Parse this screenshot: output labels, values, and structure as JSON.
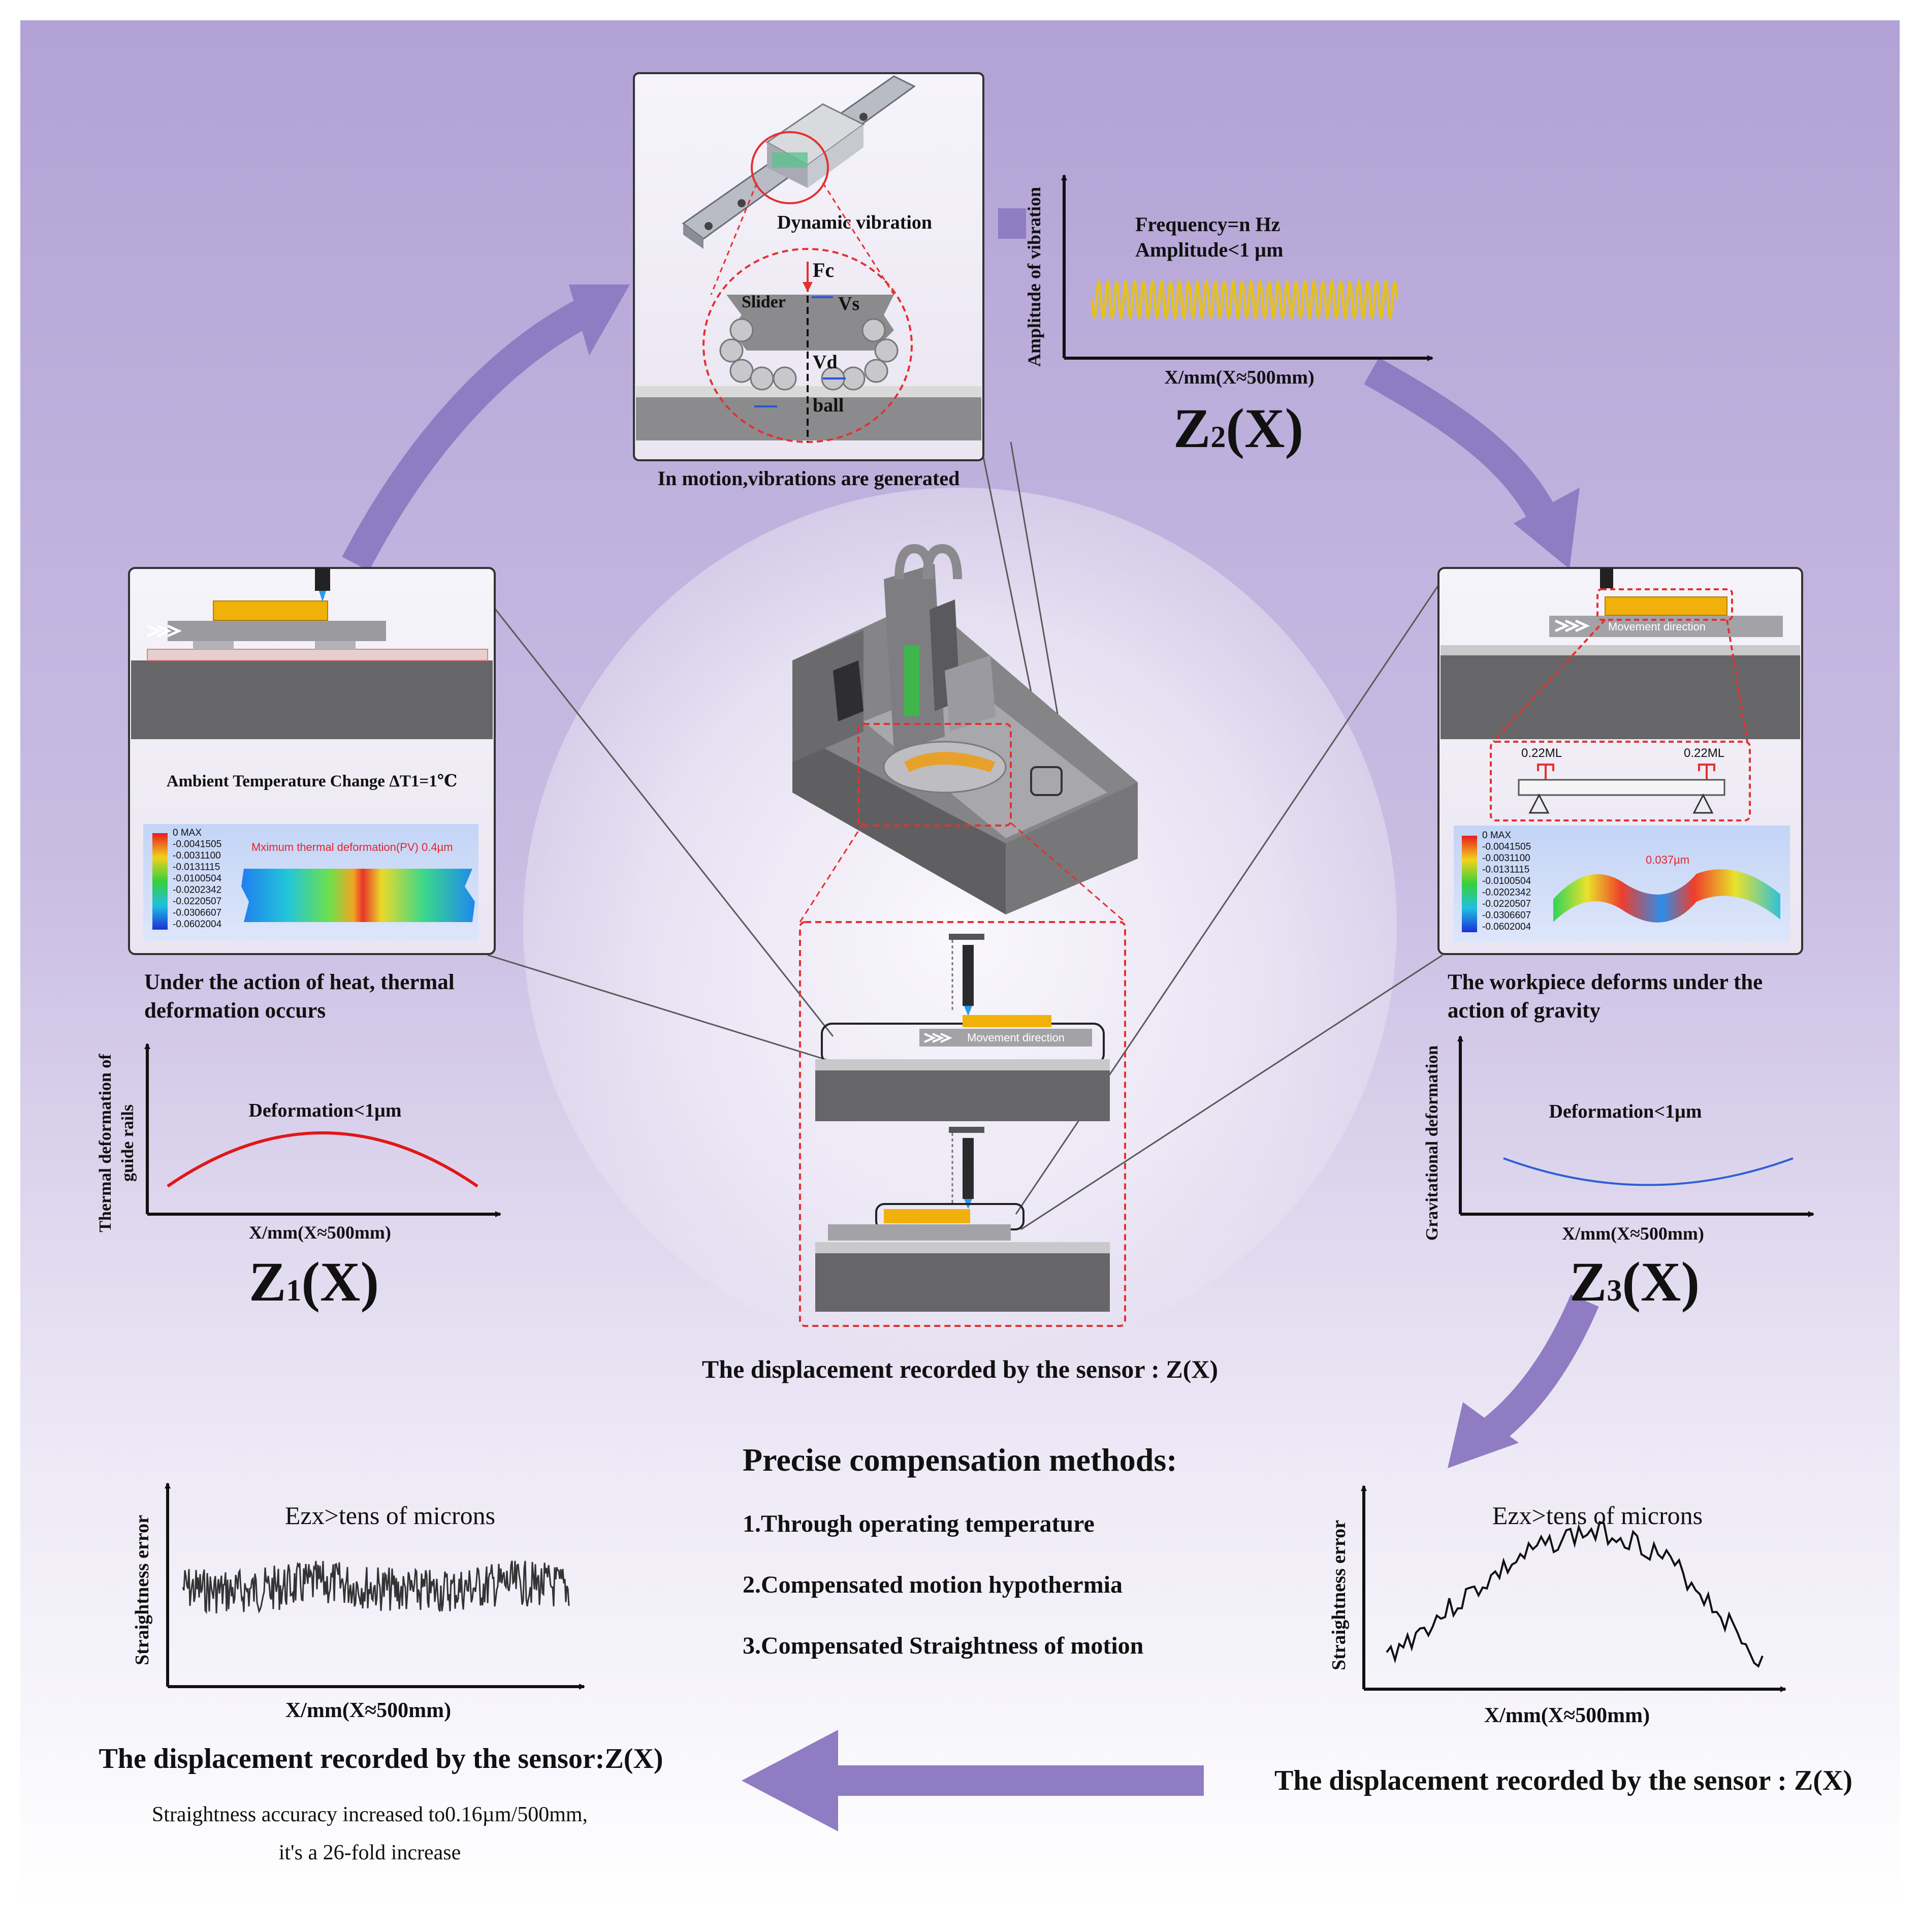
{
  "colors": {
    "background_top": "#b3a3d6",
    "background_bottom": "#ffffff",
    "arrow": "#8f7cc2",
    "vibration_wave": "#e3c21a",
    "thermal_curve": "#e01818",
    "gravity_curve": "#2d5fd6",
    "highlight_dashed": "#e53030",
    "workpiece": "#f2b10a",
    "machine_gray": "#6e6e70"
  },
  "icons": [
    "machine-tool-illustration",
    "linear-guide-rail-illustration",
    "displacement-sensor-probe",
    "cycle-arrow"
  ],
  "top_panel": {
    "dynamic_label": "Dynamic vibration",
    "fc_label": "Fc",
    "slider_label": "Slider",
    "vs_label": "Vs",
    "vd_label": "Vd",
    "ball_label": "ball",
    "caption": "In motion,vibrations are generated"
  },
  "z2_chart": {
    "ylabel": "Amplitude of vibration",
    "annotation_1": "Frequency=n Hz",
    "annotation_2": "Amplitude<1 µm",
    "xlabel": "X/mm(X≈500mm)",
    "title_main": "Z",
    "title_sub": "2",
    "title_tail": "(X)"
  },
  "left_panel": {
    "temp_label": "Ambient Temperature Change ΔT1=1℃",
    "legend": [
      "0 MAX",
      "-0.0041505",
      "-0.0031100",
      "-0.0131115",
      "-0.0100504",
      "-0.0202342",
      "-0.0220507",
      "-0.0306607",
      "-0.0602004"
    ],
    "max_label": "Mximum thermal deformation(PV) 0.4µm",
    "caption_1": "Under the action of heat, thermal",
    "caption_2": "deformation occurs"
  },
  "z1_chart": {
    "ylabel_1": "Thermal deformation of",
    "ylabel_2": "guide rails",
    "annotation": "Deformation<1µm",
    "xlabel": "X/mm(X≈500mm)",
    "title_main": "Z",
    "title_sub": "1",
    "title_tail": "(X)"
  },
  "right_panel": {
    "movement_label": "Movement direction",
    "load_left": "0.22ML",
    "load_right": "0.22ML",
    "legend": [
      "0 MAX",
      "-0.0041505",
      "-0.0031100",
      "-0.0131115",
      "-0.0100504",
      "-0.0202342",
      "-0.0220507",
      "-0.0306607",
      "-0.0602004"
    ],
    "max_label": "0.037µm",
    "caption_1": "The workpiece deforms under the",
    "caption_2": "action of gravity"
  },
  "z3_chart": {
    "ylabel": "Gravitational deformation",
    "annotation": "Deformation<1µm",
    "xlabel": "X/mm(X≈500mm)",
    "title_main": "Z",
    "title_sub": "3",
    "title_tail": "(X)"
  },
  "center": {
    "movement_label": "Movement direction",
    "caption": "The displacement recorded by the sensor : Z(X)"
  },
  "methods": {
    "title": "Precise compensation methods:",
    "items": [
      "1.Through operating temperature",
      "2.Compensated motion hypothermia",
      "3.Compensated Straightness of motion"
    ]
  },
  "bottom_left_chart": {
    "ylabel": "Straightness error",
    "annotation": "Ezx>tens of microns",
    "xlabel": "X/mm(X≈500mm)",
    "caption": "The displacement recorded by the sensor:Z(X)",
    "note_1": "Straightness accuracy increased to0.16µm/500mm,",
    "note_2": "it's a 26-fold increase"
  },
  "bottom_right_chart": {
    "ylabel": "Straightness error",
    "annotation": "Ezx>tens of microns",
    "xlabel": "X/mm(X≈500mm)",
    "caption": "The displacement recorded by the sensor : Z(X)"
  }
}
